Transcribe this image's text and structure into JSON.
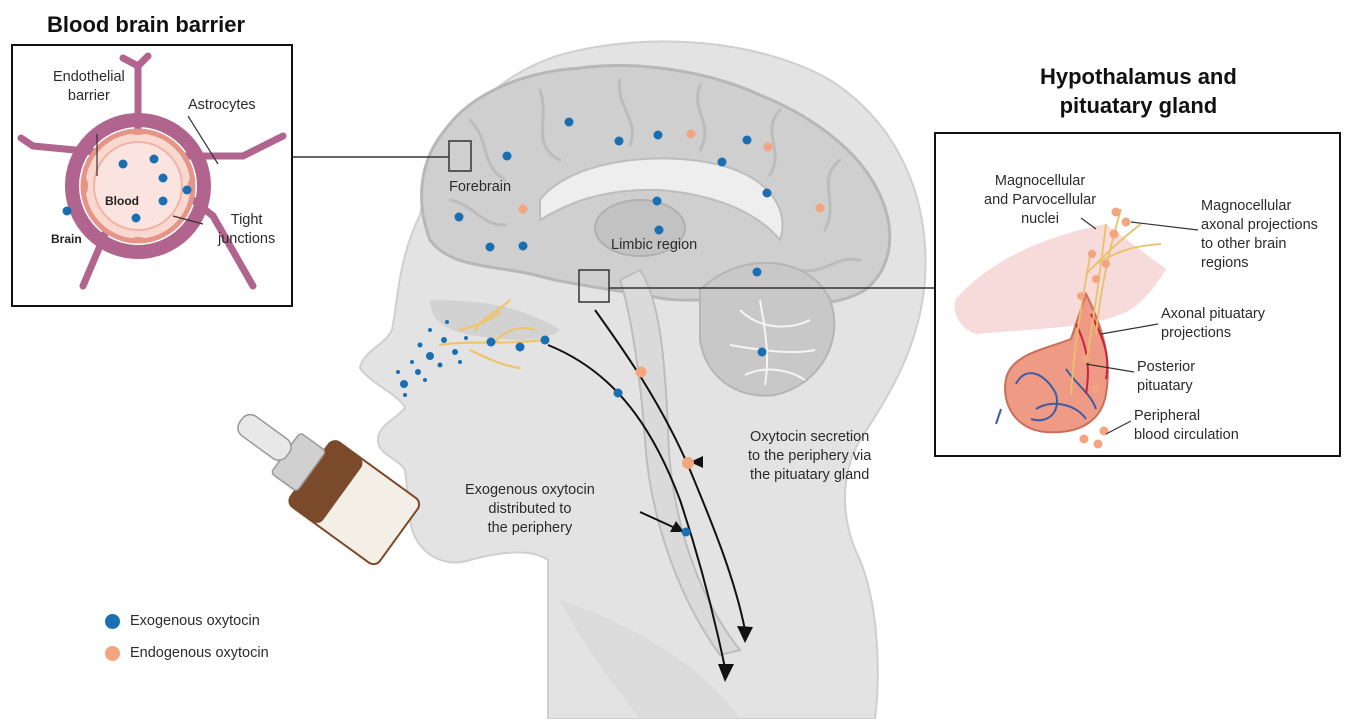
{
  "panels": {
    "bbb": {
      "title": "Blood brain barrier",
      "endothelial_1": "Endothelial",
      "endothelial_2": "barrier",
      "astrocytes": "Astrocytes",
      "tight_1": "Tight",
      "tight_2": "junctions",
      "blood": "Blood",
      "brain": "Brain"
    },
    "hypo": {
      "title_1": "Hypothalamus and",
      "title_2": "pituatary gland",
      "nuclei_1": "Magnocellular",
      "nuclei_2": "and Parvocellular",
      "nuclei_3": "nuclei",
      "proj_1": "Magnocellular",
      "proj_2": "axonal projections",
      "proj_3": "to other brain",
      "proj_4": "regions",
      "axonal_1": "Axonal pituatary",
      "axonal_2": "projections",
      "posterior_1": "Posterior",
      "posterior_2": "pituatary",
      "peripheral_1": "Peripheral",
      "peripheral_2": "blood circulation"
    }
  },
  "head": {
    "forebrain": "Forebrain",
    "limbic": "Limbic region",
    "secretion_1": "Oxytocin secretion",
    "secretion_2": "to the periphery via",
    "secretion_3": "the pituatary gland",
    "exogenous_1": "Exogenous oxytocin",
    "exogenous_2": "distributed to",
    "exogenous_3": "the periphery"
  },
  "legend": {
    "items": [
      {
        "label": "Exogenous oxytocin",
        "color": "#1a6fb3"
      },
      {
        "label": "Endogenous oxytocin",
        "color": "#f2a57e"
      }
    ]
  },
  "colors": {
    "exogenous": "#1a6fb3",
    "endogenous": "#f2a57e",
    "astrocyte": "#b0648e",
    "vessel": "#f7c7bd",
    "head": "#e6e6e6",
    "brain": "#d4d4d4"
  }
}
